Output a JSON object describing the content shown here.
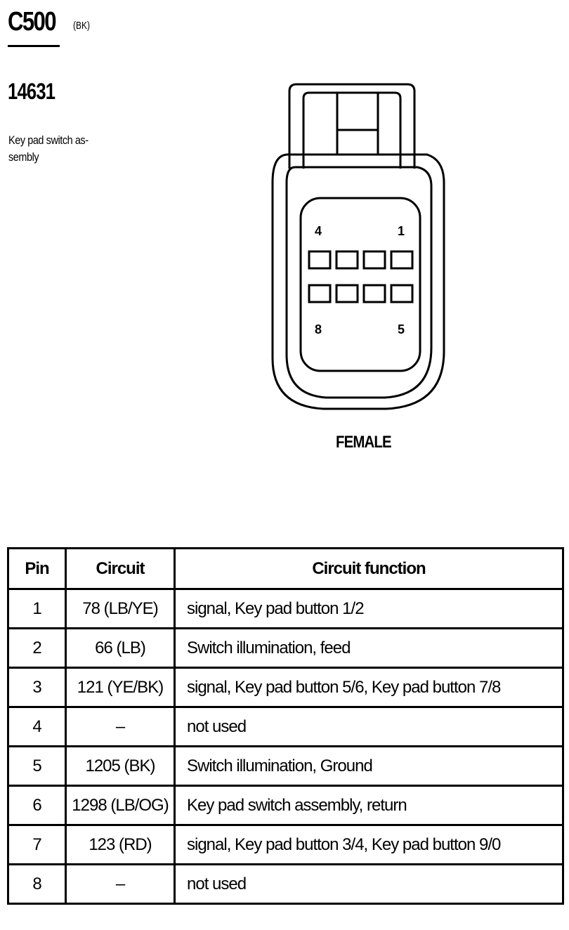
{
  "connector": {
    "id": "C500",
    "color": "(BK)",
    "part_number": "14631",
    "description": "Key pad switch as-sembly",
    "face_label": "FEMALE",
    "pin_labels": {
      "top_left": "4",
      "top_right": "1",
      "bottom_left": "8",
      "bottom_right": "5"
    }
  },
  "table": {
    "headers": [
      "Pin",
      "Circuit",
      "Circuit function"
    ],
    "rows": [
      {
        "pin": "1",
        "circuit": "78 (LB/YE)",
        "function": "signal, Key pad button 1/2"
      },
      {
        "pin": "2",
        "circuit": "66 (LB)",
        "function": "Switch illumination, feed"
      },
      {
        "pin": "3",
        "circuit": "121 (YE/BK)",
        "function": "signal, Key pad button 5/6, Key pad button 7/8"
      },
      {
        "pin": "4",
        "circuit": "–",
        "function": "not used"
      },
      {
        "pin": "5",
        "circuit": "1205 (BK)",
        "function": "Switch illumination, Ground"
      },
      {
        "pin": "6",
        "circuit": "1298 (LB/OG)",
        "function": "Key pad switch assembly, return"
      },
      {
        "pin": "7",
        "circuit": "123 (RD)",
        "function": "signal, Key pad button 3/4, Key pad button 9/0"
      },
      {
        "pin": "8",
        "circuit": "–",
        "function": "not used"
      }
    ]
  }
}
